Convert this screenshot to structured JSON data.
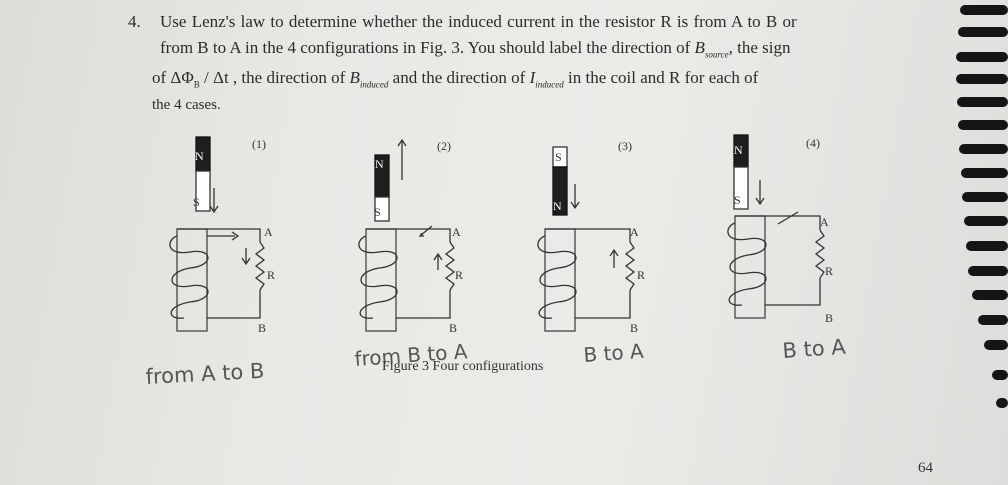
{
  "question": {
    "number": "4.",
    "line1": "Use Lenz's law to determine whether the induced current in the resistor R is from A to B or",
    "line2a": "from B to A in the 4 configurations in Fig. 3. You should label the direction of ",
    "line2b": ", the sign",
    "line3a": "of ΔΦ",
    "line3sub": "B",
    "line3b": " / Δt , the direction of ",
    "line3c": " and the direction of ",
    "line3d": " in the coil and R for each of",
    "line4": "the 4 cases.",
    "b_source": "B",
    "b_source_sub": "source",
    "b_induced": "B",
    "b_induced_sub": "induced",
    "i_induced": "I",
    "i_induced_sub": "induced"
  },
  "figure": {
    "caption": "Figure 3  Four configurations",
    "cases": [
      {
        "label": "(1)",
        "top_pole": "N",
        "bottom_pole": "S",
        "resistor": "R",
        "a": "A",
        "b": "B",
        "answer": "from A to B"
      },
      {
        "label": "(2)",
        "top_pole": "N",
        "bottom_pole": "S",
        "resistor": "R",
        "a": "A",
        "b": "B",
        "answer": "from B to A"
      },
      {
        "label": "(3)",
        "top_pole": "S",
        "bottom_pole": "N",
        "resistor": "R",
        "a": "A",
        "b": "B",
        "answer": "B to A"
      },
      {
        "label": "(4)",
        "top_pole": "N",
        "bottom_pole": "S",
        "resistor": "R",
        "a": "A",
        "b": "B",
        "answer": "B to A"
      }
    ]
  },
  "page_number": "64"
}
